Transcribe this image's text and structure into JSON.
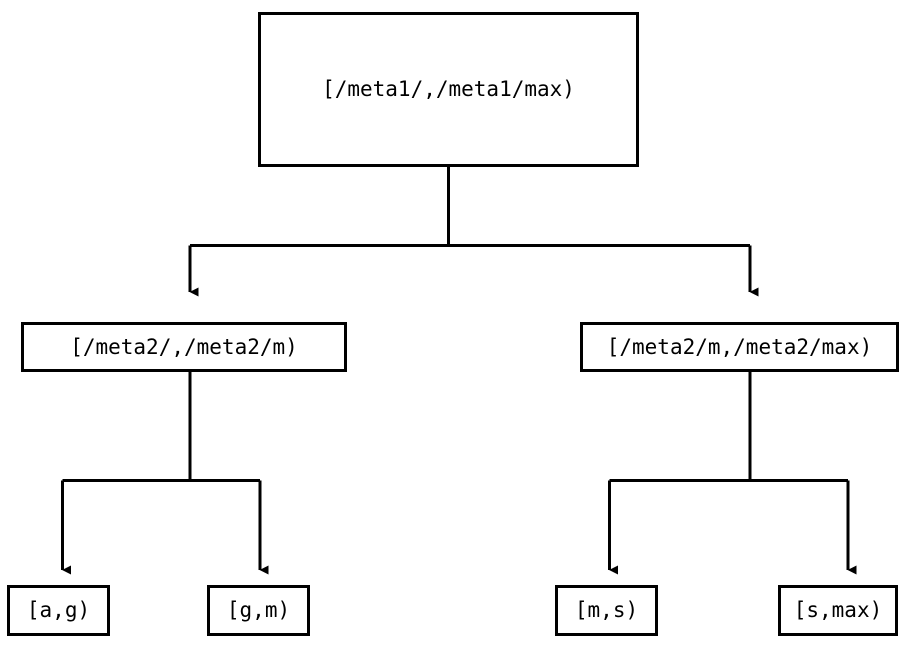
{
  "diagram": {
    "type": "tree",
    "title": "",
    "background_color": "#ffffff",
    "line_color": "#000000",
    "text_color": "#000000",
    "nodes": {
      "root": {
        "label": "[/meta1/,/meta1/max)",
        "level": 0
      },
      "mid_left": {
        "label": "[/meta2/,/meta2/m)",
        "level": 1
      },
      "mid_right": {
        "label": "[/meta2/m,/meta2/max)",
        "level": 1
      },
      "leaves": [
        {
          "label": "[a,g)",
          "level": 2,
          "parent": "mid_left"
        },
        {
          "label": "[g,m)",
          "level": 2,
          "parent": "mid_left"
        },
        {
          "label": "[m,s)",
          "level": 2,
          "parent": "mid_right"
        },
        {
          "label": "[s,max)",
          "level": 2,
          "parent": "mid_right"
        }
      ]
    },
    "edges": [
      {
        "from": "root",
        "to": "mid_left",
        "arrow": "filled-triangle"
      },
      {
        "from": "root",
        "to": "mid_right",
        "arrow": "filled-triangle"
      },
      {
        "from": "mid_left",
        "to": "leaf_0",
        "arrow": "filled-triangle"
      },
      {
        "from": "mid_left",
        "to": "leaf_1",
        "arrow": "filled-triangle"
      },
      {
        "from": "mid_right",
        "to": "leaf_2",
        "arrow": "filled-triangle"
      },
      {
        "from": "mid_right",
        "to": "leaf_3",
        "arrow": "filled-triangle"
      }
    ]
  }
}
